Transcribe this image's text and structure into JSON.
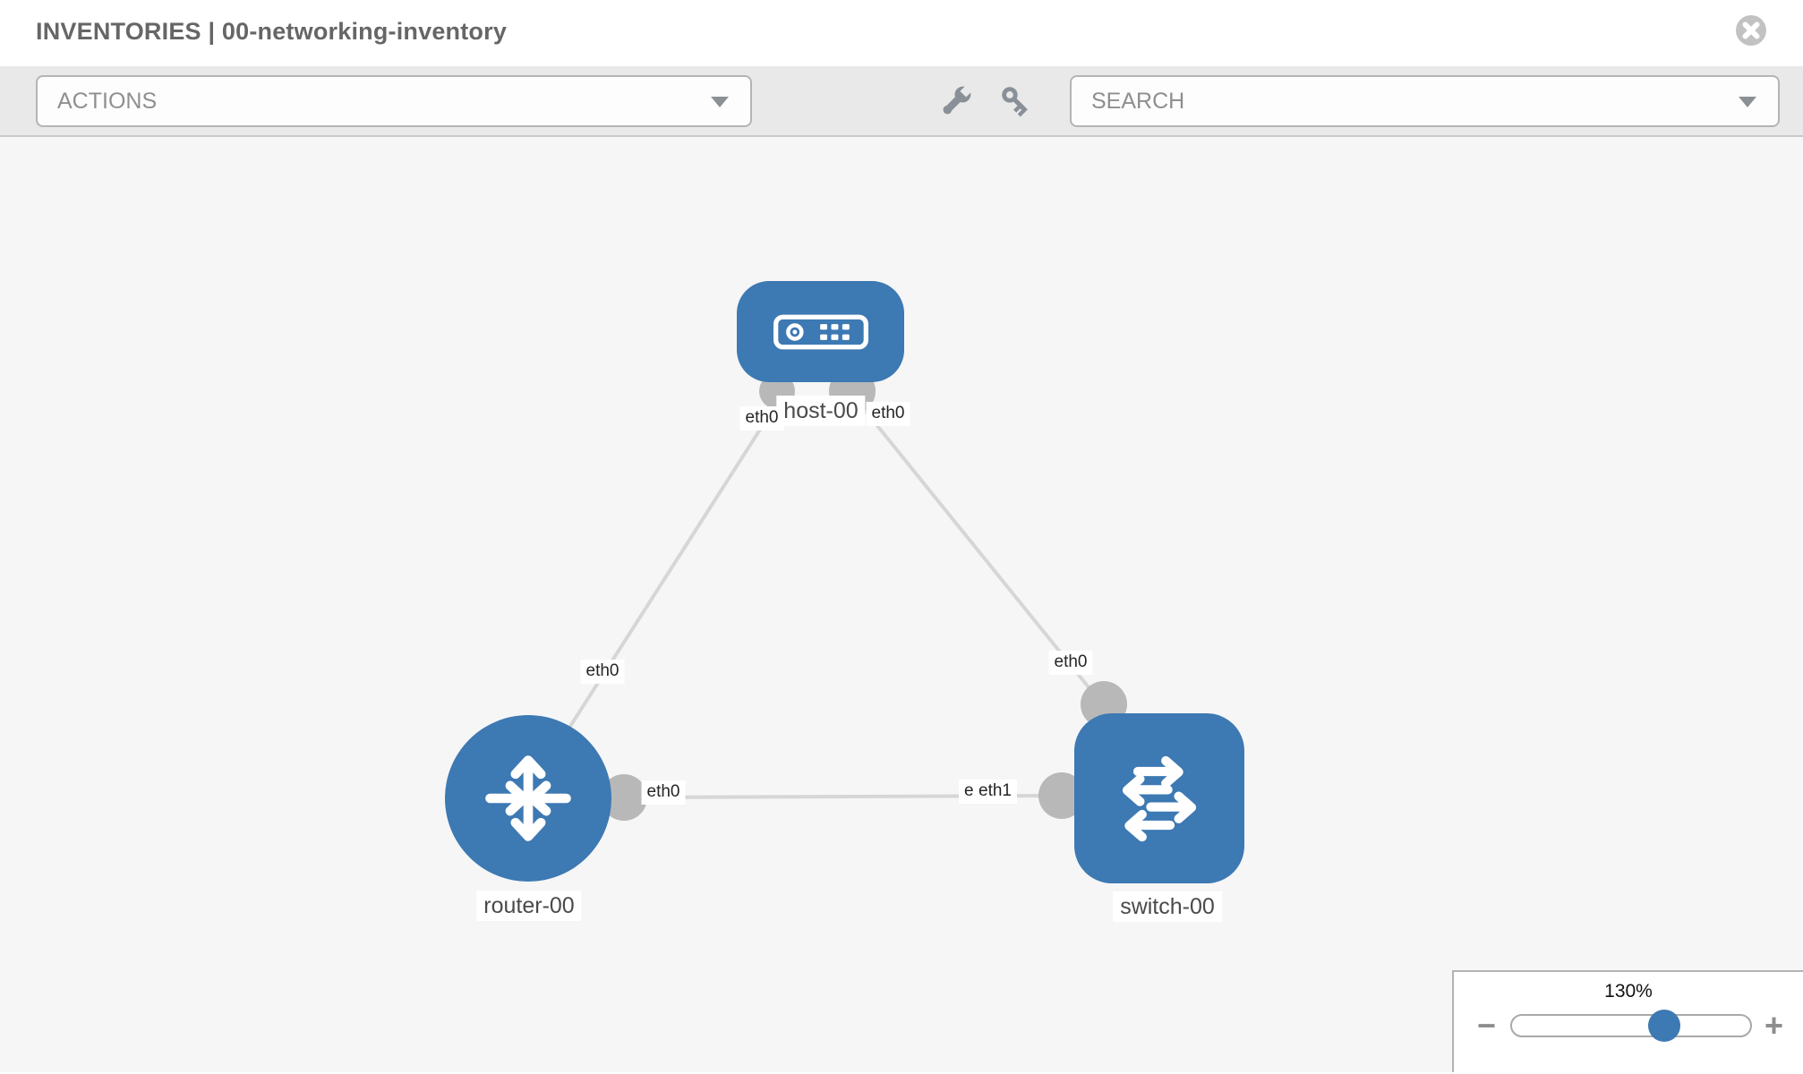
{
  "header": {
    "title": "INVENTORIES | 00-networking-inventory"
  },
  "toolbar": {
    "actions_label": "ACTIONS",
    "search_label": "SEARCH",
    "icons": [
      "wrench-icon",
      "key-icon"
    ]
  },
  "topology": {
    "nodes": [
      {
        "id": "host-00",
        "type": "host",
        "label": "host-00"
      },
      {
        "id": "router-00",
        "type": "router",
        "label": "router-00"
      },
      {
        "id": "switch-00",
        "type": "switch",
        "label": "switch-00"
      }
    ],
    "links": [
      {
        "from": "host-00",
        "to": "router-00",
        "from_label": "eth0",
        "to_label": "eth0"
      },
      {
        "from": "host-00",
        "to": "switch-00",
        "from_label": "eth0",
        "to_label": "eth0"
      },
      {
        "from": "router-00",
        "to": "switch-00",
        "from_label": "eth0",
        "to_labels": [
          "eth0",
          "eth1"
        ]
      }
    ]
  },
  "zoom_control": {
    "level": "130%",
    "minus_label": "−",
    "plus_label": "+",
    "value_percent": 64
  },
  "colors": {
    "node_blue": "#3d79b3",
    "link_gray": "#d6d6d6",
    "connector_gray": "#b8b8b8",
    "toolbar_gray": "#e9e9e9",
    "canvas_gray": "#f6f6f6"
  }
}
